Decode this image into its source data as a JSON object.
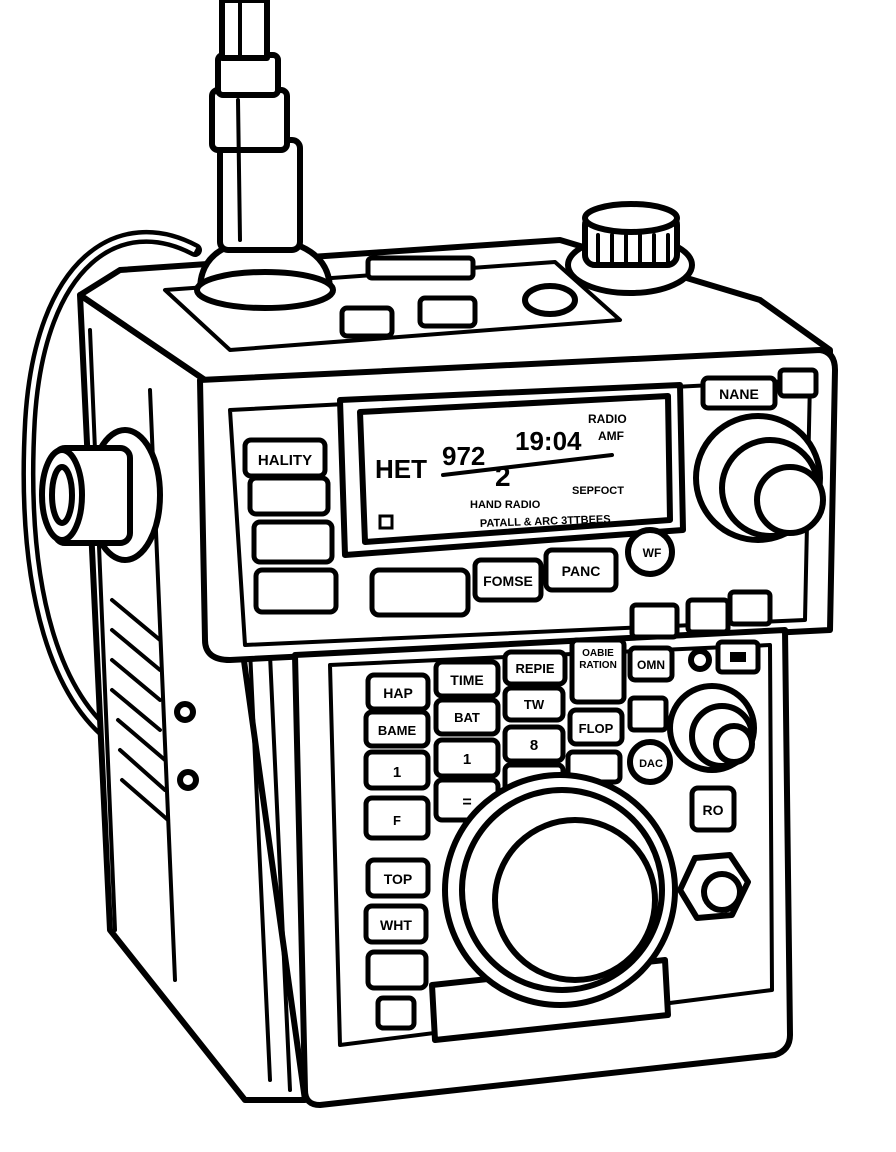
{
  "colors": {
    "ink": "#000000",
    "paper": "#ffffff"
  },
  "display": {
    "left": "HET",
    "frequency": "972",
    "time": "19:04",
    "top_right_1": "RADIO",
    "top_right_2": "AMF",
    "channel": "2",
    "line1_left": "HAND RADIO",
    "line1_right": "SEPFOCT",
    "line2": "PATALL & ARC 3TTBEES"
  },
  "upper_panel": {
    "left_buttons": [
      "HALITY",
      "",
      "",
      ""
    ],
    "right_button": "NANE",
    "bottom_buttons": [
      "",
      "FOMSE",
      "PANC"
    ],
    "round_button": "WF"
  },
  "keypad": {
    "keys": [
      "HAP",
      "TIME",
      "REPIE",
      "OABIE RATION",
      "OMN",
      "BAME",
      "BAT",
      "TW",
      "FLOP",
      "1",
      "1",
      "8",
      "=",
      "F"
    ],
    "round_button": "DAC",
    "side_button": "RO",
    "left_column": [
      "TOP",
      "WHT",
      "",
      ""
    ]
  }
}
